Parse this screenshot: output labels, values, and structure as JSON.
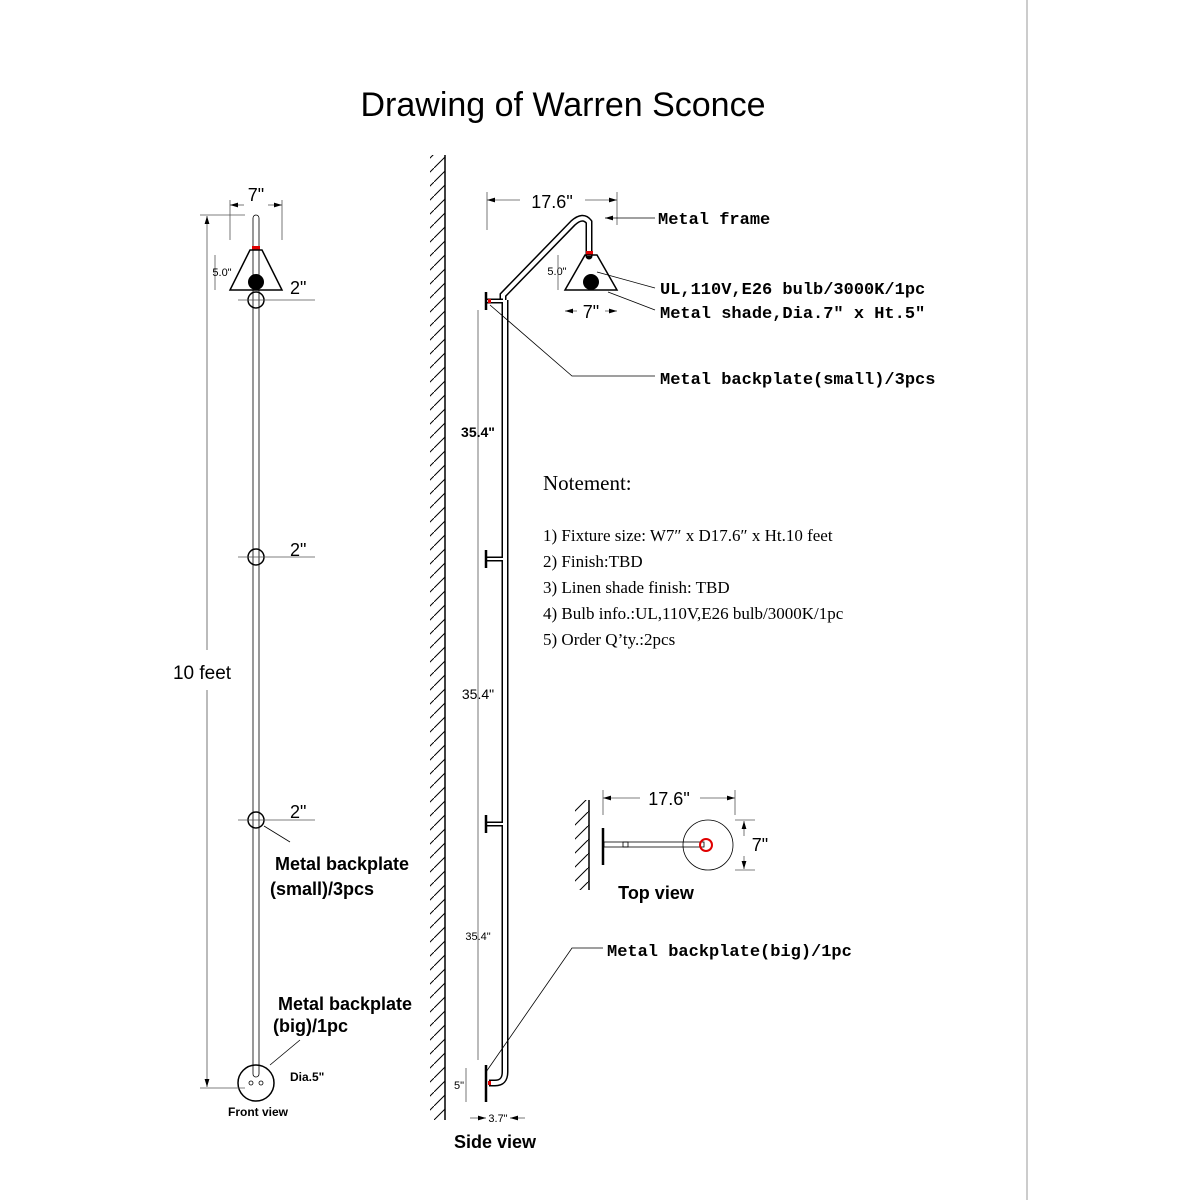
{
  "title": "Drawing of Warren Sconce",
  "front_view": {
    "width_dim": "7\"",
    "shade_height": "5.0\"",
    "plate_dims": [
      "2\"",
      "2\"",
      "2\""
    ],
    "height_dim": "10 feet",
    "small_plate_label": [
      "Metal backplate",
      "(small)/3pcs"
    ],
    "big_plate_label": [
      "Metal backplate",
      "(big)/1pc"
    ],
    "big_plate_dia": "Dia.5\"",
    "caption": "Front view"
  },
  "side_view": {
    "depth_dim": "17.6\"",
    "shade_height": "5.0\"",
    "shade_width": "7\"",
    "spacings": [
      "35.4\"",
      "35.4\"",
      "35.4\""
    ],
    "bottom_height": "5\"",
    "bottom_depth": "3.7\"",
    "caption": "Side view",
    "labels": {
      "frame": "Metal frame",
      "bulb": "UL,110V,E26 bulb/3000K/1pc",
      "shade": "Metal shade,Dia.7″ x Ht.5″",
      "small_plate": "Metal backplate(small)/3pcs",
      "big_plate": "Metal backplate(big)/1pc"
    }
  },
  "notes": {
    "heading": "Notement:",
    "items": [
      "1) Fixture size: W7″ x  D17.6″ x Ht.10 feet",
      "2) Finish:TBD",
      "3) Linen shade finish: TBD",
      "4) Bulb info.:UL,110V,E26 bulb/3000K/1pc",
      "5) Order Q’ty.:2pcs"
    ]
  },
  "top_view": {
    "depth_dim": "17.6\"",
    "width_dim": "7\"",
    "caption": "Top view"
  },
  "colors": {
    "accent": "#e00000"
  }
}
